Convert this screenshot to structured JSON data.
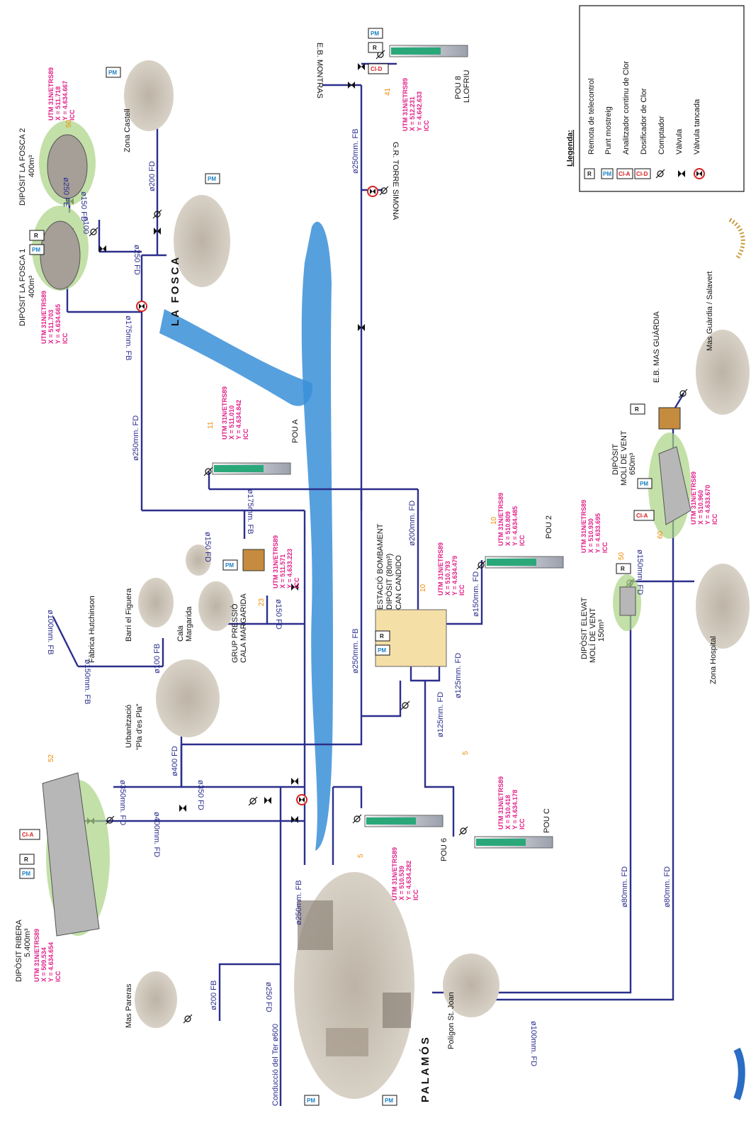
{
  "places": {
    "palamos": "PALAMÓS",
    "la_fosca": "LA FOSCA",
    "mas_pareras": "Mas Pareras",
    "poligon_st_joan": "Polígon St. Joan",
    "zona_hospital": "Zona Hospital",
    "mas_guardia": "Mas Guàrdia / Salavert",
    "zona_castell": "Zona Castell",
    "urbanitzacio_line1": "Urbanització",
    "urbanitzacio_line2": "\"Pla d'es Pla\"",
    "barri_figuera": "Barri el Figuera",
    "fabrica_hutchinson": "Fàbrica Hutchinson",
    "cala_margarida_line1": "Cala",
    "cala_margarida_line2": "Margarida",
    "conduccio_ter": "Conducció del Ter  ø600"
  },
  "facilities": {
    "diposit_ribera": {
      "line1": "DIPÒSIT RIBERA",
      "line2": "5.400m³",
      "utm": "UTM 31N/ETRS89",
      "x": "X =  509.534",
      "y": "Y = 4.634.654",
      "icc": "ICC",
      "elev": "52"
    },
    "diposit_fosca1": {
      "line1": "DIPÒSIT LA FOSCA 1",
      "line2": "400m³",
      "utm": "UTM 31N/ETRS89",
      "x": "X =  511.703",
      "y": "Y = 4.634.665",
      "icc": "ICC"
    },
    "diposit_fosca2": {
      "line1": "DIPÒSIT LA FOSCA 2",
      "line2": "400m³",
      "utm": "UTM 31N/ETRS89",
      "x": "X =  511.718",
      "y": "Y = 4.634.667",
      "icc": "ICC",
      "elev": "50"
    },
    "pou_a": {
      "name": "POU A",
      "utm": "UTM 31N/ETRS89",
      "x": "X =  511.010",
      "y": "Y = 4.634.842",
      "icc": "ICC",
      "elev": "11"
    },
    "pou_8": {
      "line1": "POU 8",
      "line2": "LLOFRIU",
      "utm": "UTM 31N/ETRS89",
      "x": "X =  512.231",
      "y": "Y = 4.642.633",
      "icc": "ICC",
      "elev": "41"
    },
    "grup_pressio": {
      "line1": "GRUP PRESSIÓ",
      "line2": "CALA MARGARIDA",
      "utm": "UTM 31N/ETRS89",
      "x": "X =  511.571",
      "y": "Y = 4.633.223",
      "icc": "ICC",
      "elev": "23"
    },
    "estacio": {
      "line1": "ESTACIÓ BOMBAMENT",
      "line2": "DIPÒSIT (80m³)",
      "line3": "CAN CANDIDO",
      "utm": "UTM 31N/ETRS89",
      "x": "X =  510.793",
      "y": "Y = 4.634.479",
      "icc": "ICC",
      "elev": "10"
    },
    "pou_2": {
      "name": "POU 2",
      "utm": "UTM 31N/ETRS89",
      "x": "X =  510.809",
      "y": "Y = 4.634.485",
      "icc": "ICC",
      "elev": "10"
    },
    "pou_6": {
      "name": "POU 6",
      "utm": "UTM 31N/ETRS89",
      "x": "X =  510.539",
      "y": "Y = 4.634.282",
      "icc": "ICC",
      "elev": "5"
    },
    "pou_c": {
      "name": "POU C",
      "utm": "UTM 31N/ETRS89",
      "x": "X =  510.418",
      "y": "Y = 4.634.178",
      "icc": "ICC",
      "elev": "5"
    },
    "diposit_elevat": {
      "line1": "DIPÒSIT ELEVAT",
      "line2": "MOLÍ DE VENT",
      "line3": "150m³",
      "utm": "UTM 31N/ETRS89",
      "x": "X =  510.930",
      "y": "Y = 4.633.695",
      "icc": "ICC",
      "elev": "50"
    },
    "diposit_moli": {
      "line1": "DIPÒSIT",
      "line2": "MOLÍ DE VENT",
      "line3": "650m³",
      "utm": "UTM 31N/ETRS89",
      "x": "X =  510.960",
      "y": "Y = 4.633.670",
      "icc": "ICC",
      "elev": "60"
    },
    "eb_mas_guardia": "E.B. MAS GUÀRDIA",
    "eb_montras": "E.B. MONTRAS",
    "gr_torre_simona": "G.R. TORRE SIMONA"
  },
  "pipes": {
    "p200fb_mas_pareras": "ø200 FB",
    "p250fd_ter": "ø250 FD",
    "p250fb_palamos": "ø250mm. FB",
    "p400fd": "ø400mm. FD",
    "p350fd": "ø350mm. FD",
    "p350fd_short": "ø350 FD",
    "p400fd_urb": "ø400 FD",
    "p150fb_hutch": "ø150mm. FB",
    "p100fb_hutch": "ø100mm. FB",
    "p100fb_figuera": "ø100 FB",
    "p150fd_grup": "ø150 FD",
    "p150fd_cala": "ø150 FD",
    "p250fd_fosca": "ø250mm. FD",
    "p175fb_fosca": "ø175mm. FB",
    "p250fd_short": "ø250 FD",
    "p100_fosca": "ø100",
    "p250fe": "ø250 FE",
    "p150fd_fosca2": "ø150 FD",
    "p200fd_castell": "ø200 FD",
    "p175fb_pou_a": "ø175mm. FB",
    "p250fb_east": "ø250mm. FB",
    "p250fb_north": "ø250mm. FB",
    "p200fd_can_candido": "ø200mm. FD",
    "p150fd_pou2": "ø150mm. FD",
    "p125fd_a": "ø125mm. FD",
    "p125fd_b": "ø125mm. FD",
    "p80fd_a": "ø80mm. FD",
    "p80fd_b": "ø80mm. FD",
    "p100fd_poligon": "ø100mm. FD",
    "p150fd_hospital": "ø150mm. FD"
  },
  "legend": {
    "title": "Llegenda:",
    "items": [
      {
        "sym": "R",
        "label": "Remota de telecontrol"
      },
      {
        "sym": "PM",
        "label": "Punt mostreig"
      },
      {
        "sym": "Cl-A",
        "label": "Analitzador continu de Clor"
      },
      {
        "sym": "Cl-D",
        "label": "Dosificador de Clor"
      },
      {
        "sym": "ø",
        "label": "Comptador"
      },
      {
        "sym": "valve",
        "label": "Vàlvula"
      },
      {
        "sym": "closed",
        "label": "Vàlvula tancada"
      }
    ]
  },
  "badges": {
    "r": "R",
    "pm": "PM",
    "cla": "Cl-A",
    "cld": "Cl-D"
  },
  "colors": {
    "pipe": "#2b2f8c",
    "coord": "#e0218a",
    "elev": "#f08a00",
    "sea": "#3a8fd8",
    "wellcap": "#2aa87a"
  }
}
